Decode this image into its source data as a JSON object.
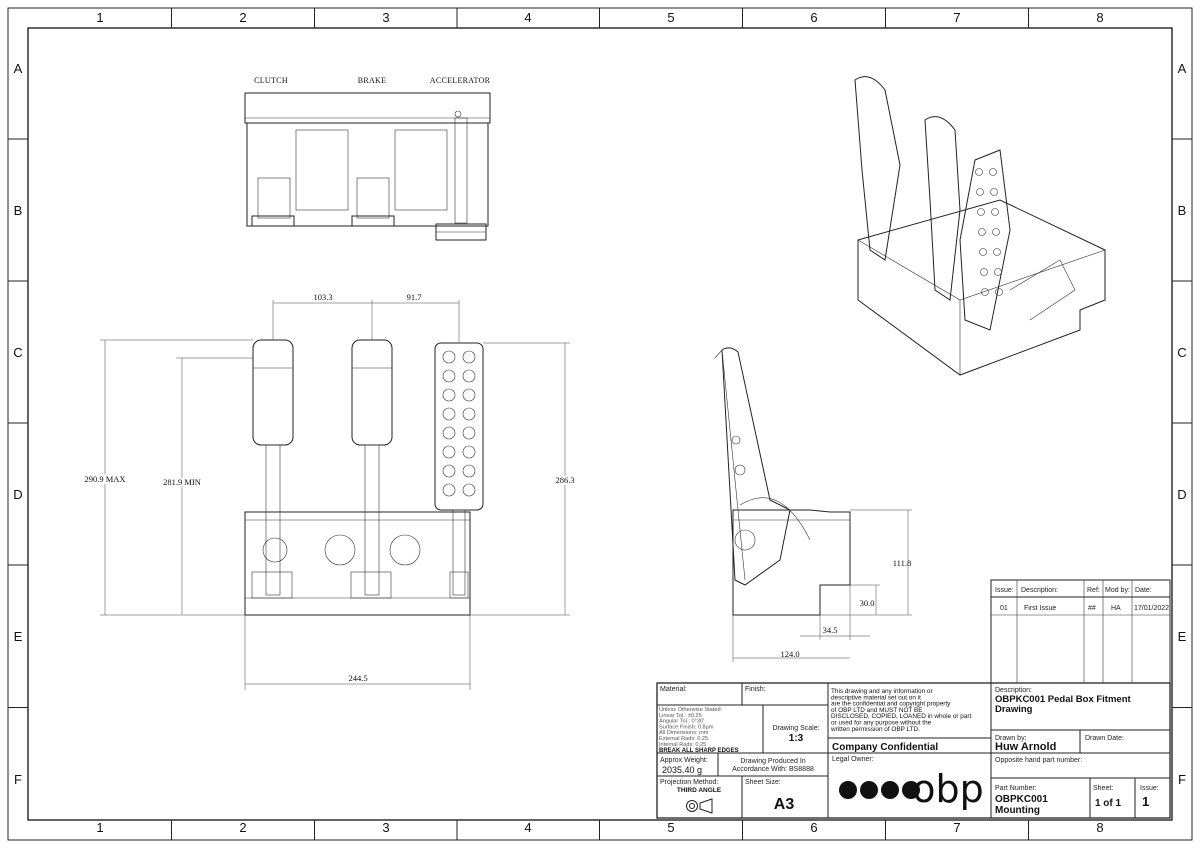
{
  "zones": {
    "columns": [
      "1",
      "2",
      "3",
      "4",
      "5",
      "6",
      "7",
      "8"
    ],
    "rows": [
      "A",
      "B",
      "C",
      "D",
      "E",
      "F"
    ]
  },
  "views": {
    "top_labels": {
      "clutch": "CLUTCH",
      "brake": "BRAKE",
      "accelerator": "ACCELERATOR"
    }
  },
  "dimensions": {
    "clutch_to_brake": "103.3",
    "brake_to_accel": "91.7",
    "height_max": "290.9 MAX",
    "height_min": "281.9 MIN",
    "accel_height": "286.3",
    "overall_width": "244.5",
    "side_height": "111.8",
    "step_height": "30.0",
    "step_depth": "34.5",
    "side_depth": "124.0"
  },
  "revision_table": {
    "headers": [
      "Issue:",
      "Description:",
      "Ref:",
      "Mod by:",
      "Date:"
    ],
    "rows": [
      [
        "01",
        "First Issue",
        "##",
        "HA",
        "17/01/2022"
      ]
    ]
  },
  "title_block": {
    "material_label": "Material:",
    "finish_label": "Finish:",
    "tolerances": [
      "Unless Otherwise Stated:",
      "Linear Tol.: ±0.25",
      "Angular Tol.: 0°30'",
      "Surface Finish: 0.8μm",
      "All Dimensions: mm",
      "External Rads: 0.25",
      "Internal Rads: 0.25"
    ],
    "break_edges": "BREAK ALL SHARP EDGES",
    "scale_label": "Drawing Scale:",
    "scale": "1:3",
    "confidential_text": [
      "This drawing and any information or",
      "descriptive material set out on it",
      "are the confidential and copyright property",
      "of OBP LTD and MUST NOT BE",
      "DISCLOSED, COPIED, LOANED in whole or part",
      "or used for any purpose without the",
      "written permission of OBP LTD."
    ],
    "company_confidential": "Company Confidential",
    "weight_label": "Approx Weight:",
    "weight": "2035.40 g",
    "produced_line1": "Drawing Produced In",
    "produced_line2": "Accordance With: BS8888",
    "legal_owner_label": "Legal Owner:",
    "logo_text": "obp",
    "projection_label": "Projection Method:",
    "projection": "THIRD ANGLE",
    "sheet_size_label": "Sheet Size:",
    "sheet_size": "A3",
    "description_label": "Description:",
    "description_line1": "OBPKC001 Pedal Box Fitment",
    "description_line2": "Drawing",
    "drawn_by_label": "Drawn by:",
    "drawn_by": "Huw Arnold",
    "drawn_date_label": "Drawn Date:",
    "opposite_label": "Opposite hand part number:",
    "part_number_label": "Part Number:",
    "part_number_line1": "OBPKC001",
    "part_number_line2": "Mounting",
    "sheet_label": "Sheet:",
    "sheet": "1 of 1",
    "issue_label": "Issue:",
    "issue": "1"
  }
}
